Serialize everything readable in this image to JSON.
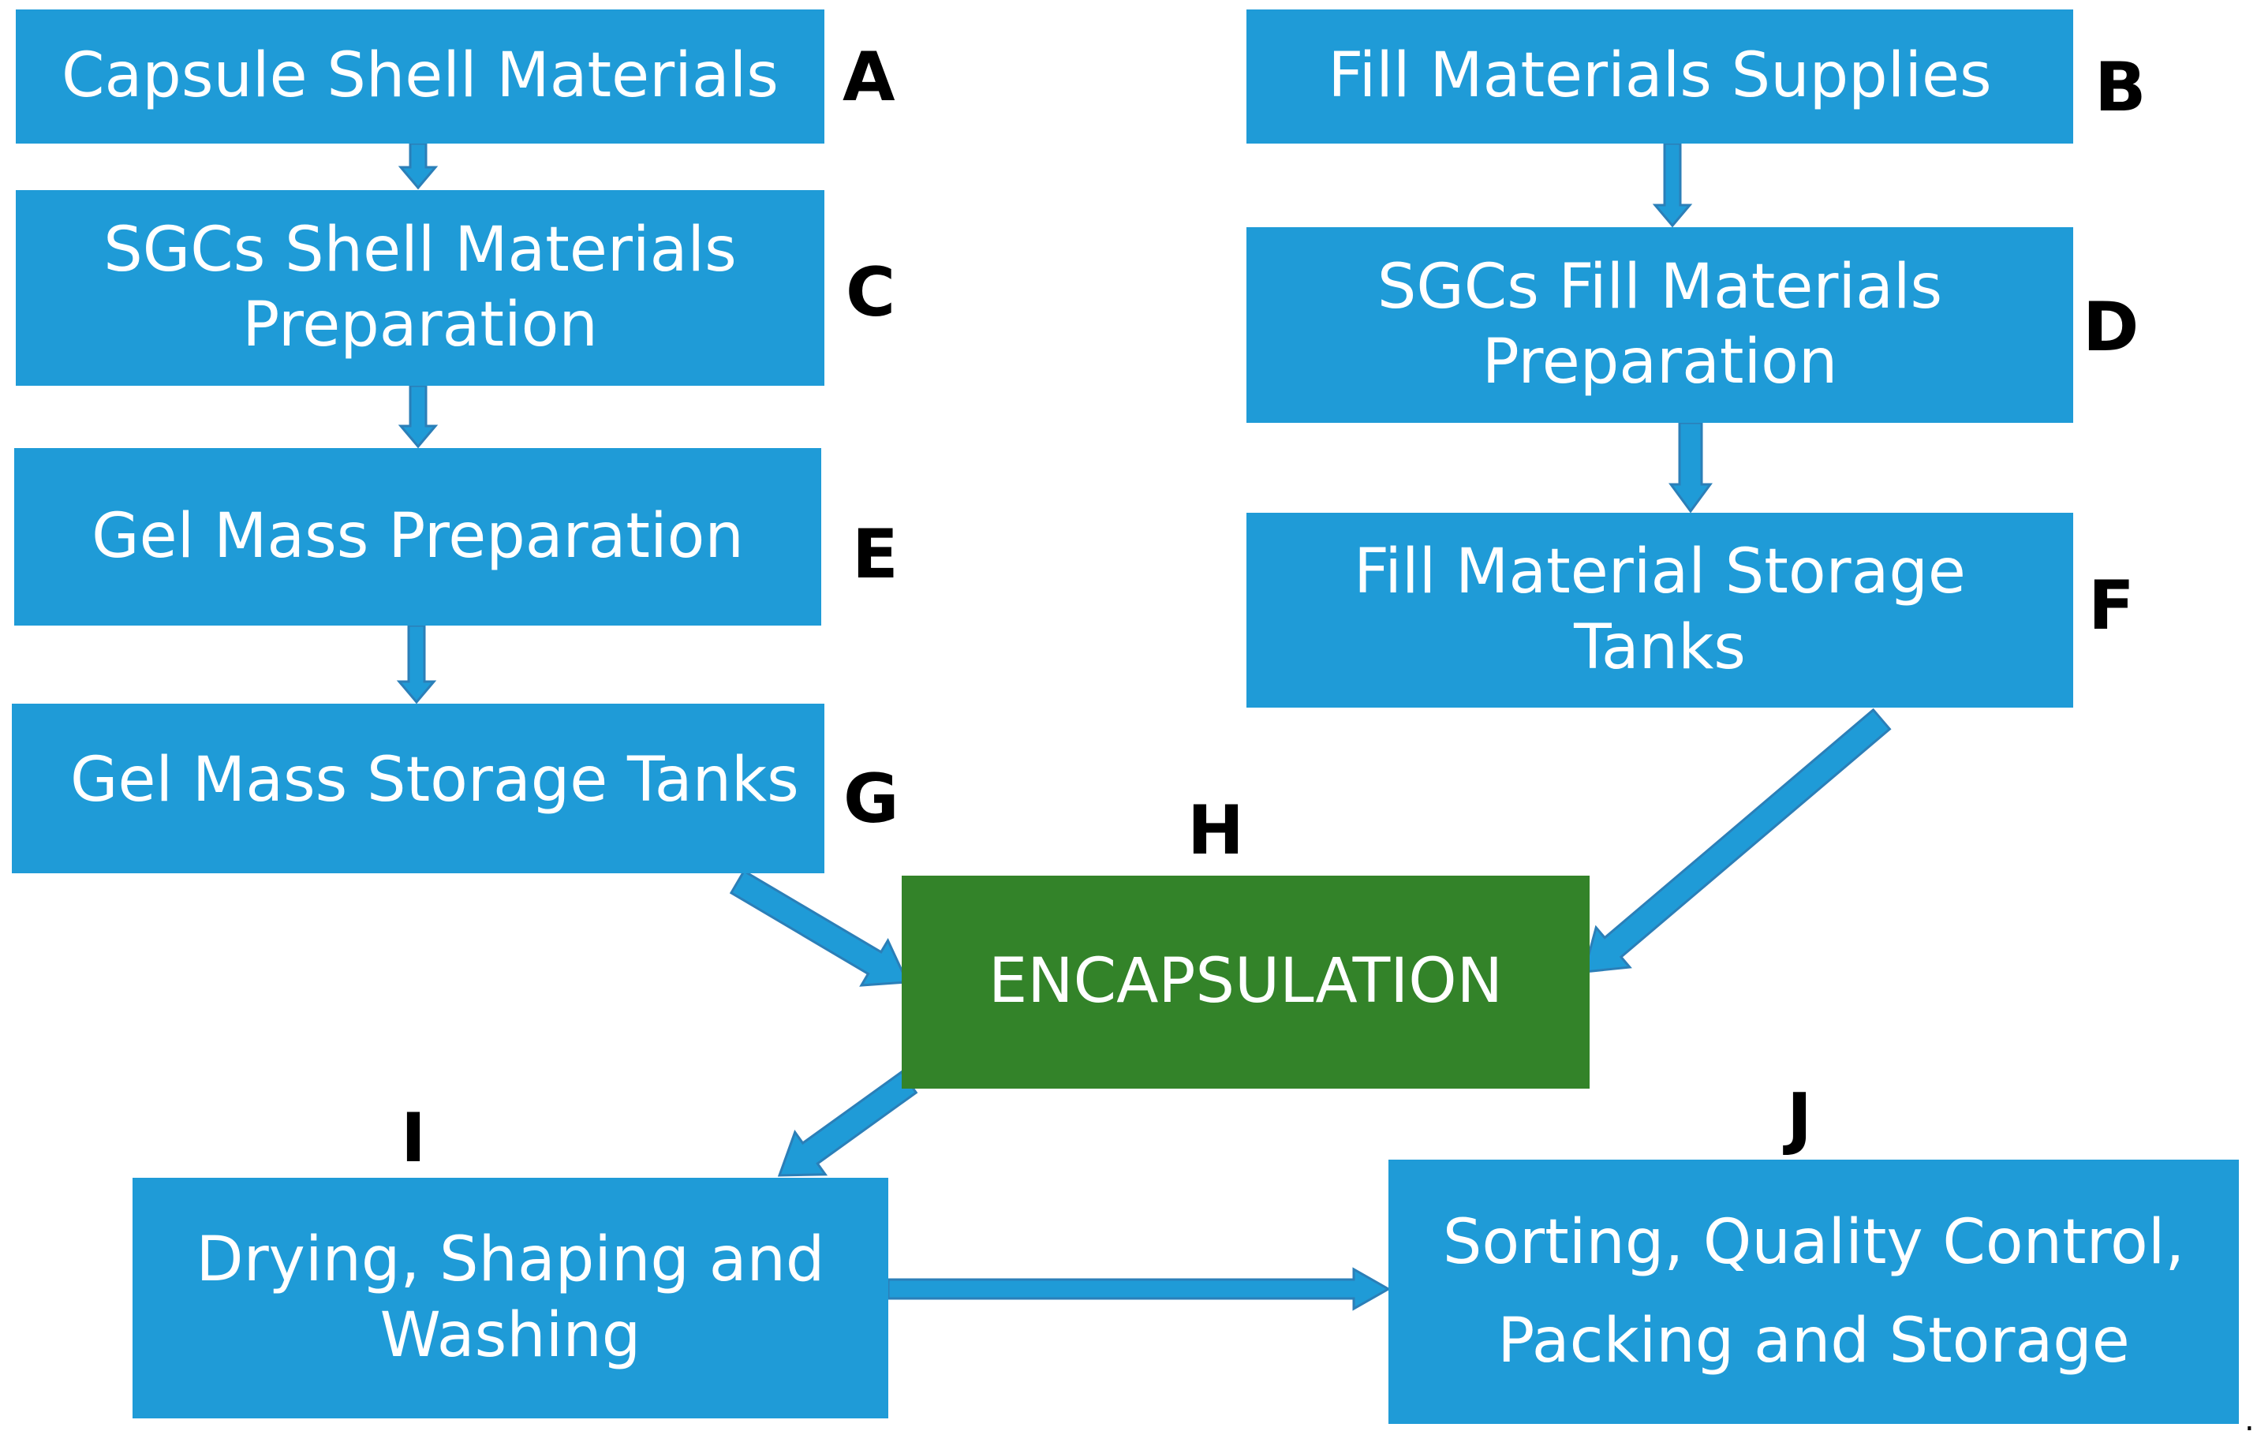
{
  "colors": {
    "box_blue": "#1f9bd7",
    "box_green": "#338329",
    "arrow_fill": "#1f9bd7",
    "arrow_stroke": "#2b7fb8",
    "text": "#ffffff",
    "label": "#000000"
  },
  "steps": [
    {
      "id": "A",
      "letter": "A",
      "text": "Capsule Shell Materials"
    },
    {
      "id": "B",
      "letter": "B",
      "text": "Fill Materials Supplies"
    },
    {
      "id": "C",
      "letter": "C",
      "text": "SGCs Shell Materials Preparation"
    },
    {
      "id": "D",
      "letter": "D",
      "text": "SGCs Fill Materials Preparation"
    },
    {
      "id": "E",
      "letter": "E",
      "text": "Gel Mass Preparation"
    },
    {
      "id": "F",
      "letter": "F",
      "text": "Fill Material Storage Tanks"
    },
    {
      "id": "G",
      "letter": "G",
      "text": "Gel Mass Storage Tanks"
    },
    {
      "id": "H",
      "letter": "H",
      "text": "ENCAPSULATION"
    },
    {
      "id": "I",
      "letter": "I",
      "text": "Drying, Shaping and Washing"
    },
    {
      "id": "J",
      "letter": "J",
      "text": "Sorting, Quality Control, Packing and Storage"
    }
  ],
  "boxes": {
    "A": {
      "line1": "Capsule Shell Materials"
    },
    "B": {
      "line1": "Fill Materials Supplies"
    },
    "C": {
      "line1": "SGCs Shell Materials",
      "line2": "Preparation"
    },
    "D": {
      "line1": "SGCs Fill Materials",
      "line2": "Preparation"
    },
    "E": {
      "line1": "Gel Mass Preparation"
    },
    "F": {
      "line1": "Fill Material Storage Tanks"
    },
    "G": {
      "line1": "Gel Mass Storage Tanks"
    },
    "H": {
      "line1": "ENCAPSULATION"
    },
    "I": {
      "line1": "Drying, Shaping and",
      "line2": "Washing"
    },
    "J": {
      "line1": "Sorting, Quality Control,",
      "line2": "Packing and Storage"
    }
  },
  "letters": {
    "A": "A",
    "B": "B",
    "C": "C",
    "D": "D",
    "E": "E",
    "F": "F",
    "G": "G",
    "H": "H",
    "I": "I",
    "J": "J"
  },
  "edges": [
    {
      "from": "A",
      "to": "C"
    },
    {
      "from": "C",
      "to": "E"
    },
    {
      "from": "E",
      "to": "G"
    },
    {
      "from": "B",
      "to": "D"
    },
    {
      "from": "D",
      "to": "F"
    },
    {
      "from": "G",
      "to": "H"
    },
    {
      "from": "F",
      "to": "H"
    },
    {
      "from": "H",
      "to": "I"
    },
    {
      "from": "I",
      "to": "J"
    }
  ],
  "trailing_mark": "."
}
